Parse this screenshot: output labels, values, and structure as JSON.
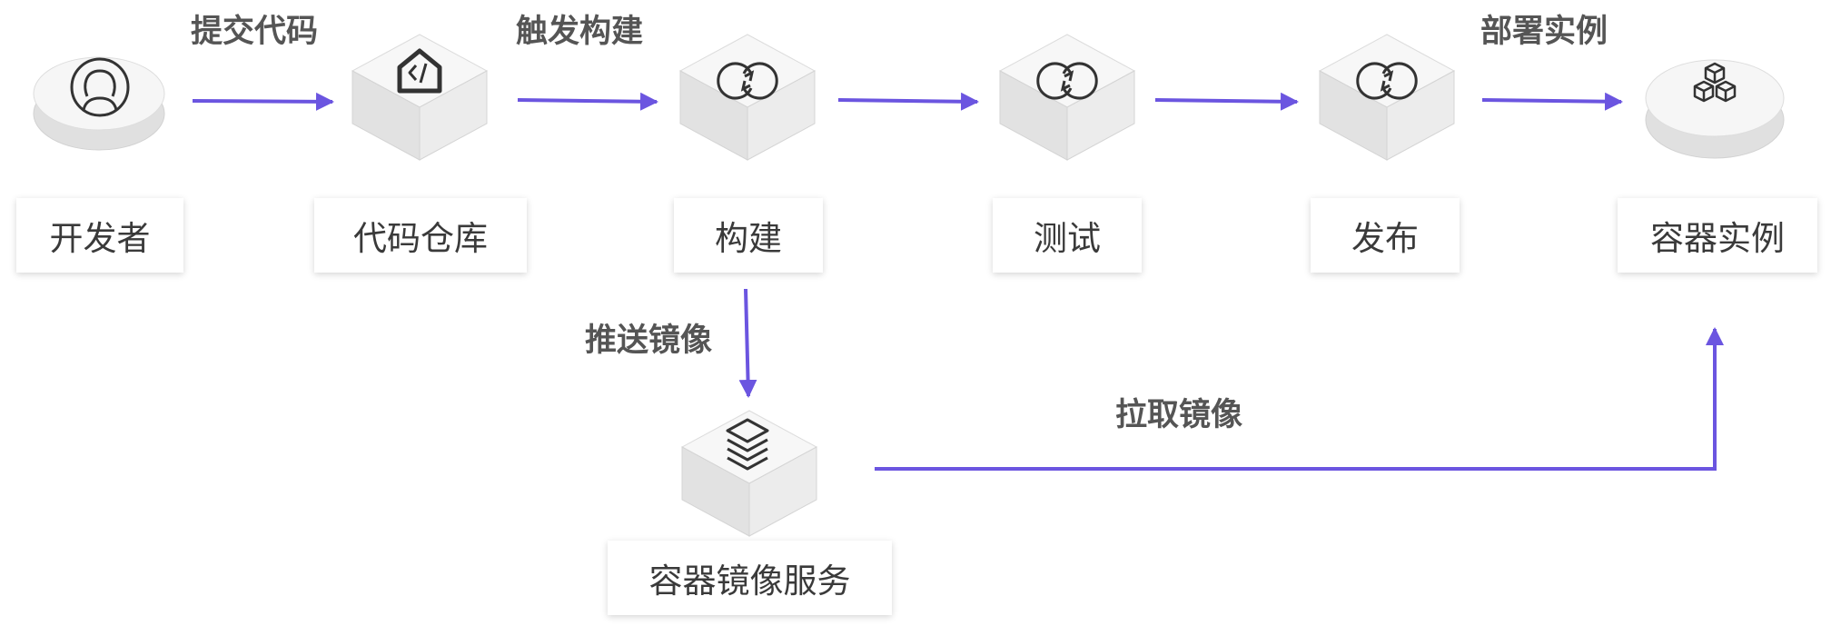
{
  "colors": {
    "arrow": "#6B55E0",
    "icon_face": "#f5f5f5",
    "icon_side": "#e0e0e0",
    "icon_stroke": "#333333",
    "label_text": "#3a3a3a",
    "edge_text": "#555555"
  },
  "nodes": {
    "developer": {
      "label": "开发者",
      "icon": "user-icon",
      "shape": "disc"
    },
    "code_repo": {
      "label": "代码仓库",
      "icon": "code-repo-icon",
      "shape": "cube"
    },
    "build": {
      "label": "构建",
      "icon": "cycle-icon",
      "shape": "cube"
    },
    "test": {
      "label": "测试",
      "icon": "cycle-icon",
      "shape": "cube"
    },
    "release": {
      "label": "发布",
      "icon": "cycle-icon",
      "shape": "cube"
    },
    "container_instance": {
      "label": "容器实例",
      "icon": "containers-icon",
      "shape": "disc"
    },
    "image_registry": {
      "label": "容器镜像服务",
      "icon": "layers-icon",
      "shape": "cube"
    }
  },
  "edges": {
    "submit_code": "提交代码",
    "trigger_build": "触发构建",
    "deploy_instance": "部署实例",
    "push_image": "推送镜像",
    "pull_image": "拉取镜像"
  }
}
